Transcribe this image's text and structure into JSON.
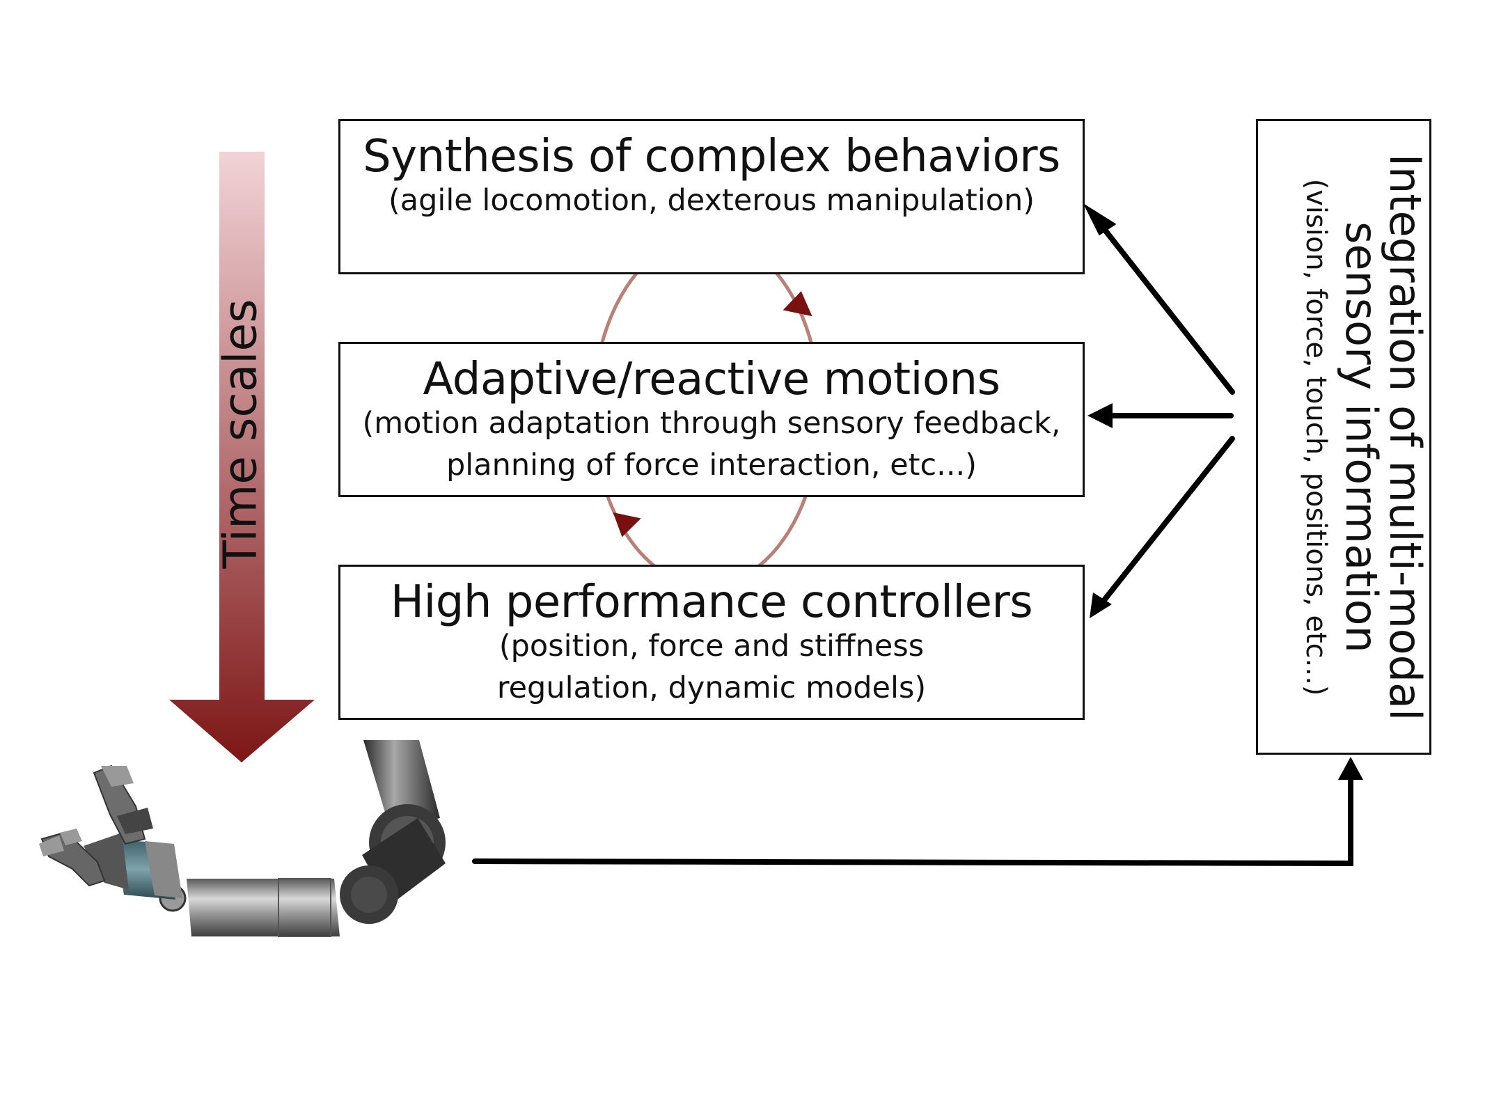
{
  "time_axis": {
    "label": "Time scales"
  },
  "boxes": {
    "synthesis": {
      "title": "Synthesis of complex behaviors",
      "subtitle": "(agile locomotion, dexterous manipulation)"
    },
    "adaptive": {
      "title": "Adaptive/reactive motions",
      "subtitle_line1": "(motion adaptation through sensory feedback,",
      "subtitle_line2": "planning of force interaction, etc...)"
    },
    "high": {
      "title": "High performance controllers",
      "subtitle_line1": "(position, force and stiffness",
      "subtitle_line2": "regulation, dynamic models)"
    },
    "sensory": {
      "title_line1": "Integration of multi-modal",
      "title_line2": "sensory information",
      "subtitle": "(vision, force, touch, positions, etc...)"
    }
  },
  "colors": {
    "time_arrow_top": "#f2d3d7",
    "time_arrow_bottom": "#7d1616",
    "cycle_loop": "#b98077",
    "cycle_arrowhead": "#7a1111",
    "connector": "#000000"
  },
  "icons": {
    "robot": "robot-arm-icon"
  }
}
